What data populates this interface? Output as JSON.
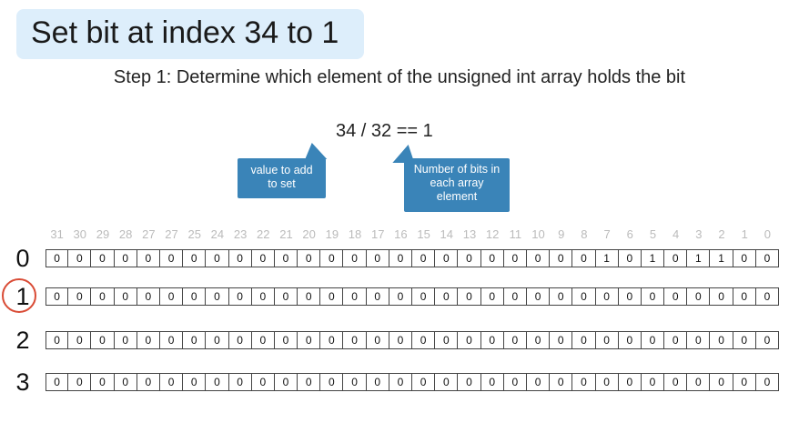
{
  "title": "Set bit at index 34 to 1",
  "step": "Step 1: Determine which element of the unsigned int array holds the bit",
  "formula": "34 / 32 == 1",
  "callouts": {
    "left": "value to add to set",
    "right": "Number of bits in each array element"
  },
  "bit_indices": [
    "31",
    "30",
    "29",
    "28",
    "27",
    "27",
    "25",
    "24",
    "23",
    "22",
    "21",
    "20",
    "19",
    "18",
    "17",
    "16",
    "15",
    "14",
    "13",
    "12",
    "11",
    "10",
    "9",
    "8",
    "7",
    "6",
    "5",
    "4",
    "3",
    "2",
    "1",
    "0"
  ],
  "rows": [
    {
      "label": "0",
      "bits": [
        "0",
        "0",
        "0",
        "0",
        "0",
        "0",
        "0",
        "0",
        "0",
        "0",
        "0",
        "0",
        "0",
        "0",
        "0",
        "0",
        "0",
        "0",
        "0",
        "0",
        "0",
        "0",
        "0",
        "0",
        "1",
        "0",
        "1",
        "0",
        "1",
        "1",
        "0",
        "0"
      ]
    },
    {
      "label": "1",
      "bits": [
        "0",
        "0",
        "0",
        "0",
        "0",
        "0",
        "0",
        "0",
        "0",
        "0",
        "0",
        "0",
        "0",
        "0",
        "0",
        "0",
        "0",
        "0",
        "0",
        "0",
        "0",
        "0",
        "0",
        "0",
        "0",
        "0",
        "0",
        "0",
        "0",
        "0",
        "0",
        "0"
      ],
      "highlighted": true
    },
    {
      "label": "2",
      "bits": [
        "0",
        "0",
        "0",
        "0",
        "0",
        "0",
        "0",
        "0",
        "0",
        "0",
        "0",
        "0",
        "0",
        "0",
        "0",
        "0",
        "0",
        "0",
        "0",
        "0",
        "0",
        "0",
        "0",
        "0",
        "0",
        "0",
        "0",
        "0",
        "0",
        "0",
        "0",
        "0"
      ]
    },
    {
      "label": "3",
      "bits": [
        "0",
        "0",
        "0",
        "0",
        "0",
        "0",
        "0",
        "0",
        "0",
        "0",
        "0",
        "0",
        "0",
        "0",
        "0",
        "0",
        "0",
        "0",
        "0",
        "0",
        "0",
        "0",
        "0",
        "0",
        "0",
        "0",
        "0",
        "0",
        "0",
        "0",
        "0",
        "0"
      ]
    }
  ],
  "colors": {
    "title_bg": "#ddeefb",
    "callout_bg": "#3a84b8",
    "highlight_circle": "#d94b35",
    "index_text": "#bbbbbb"
  }
}
